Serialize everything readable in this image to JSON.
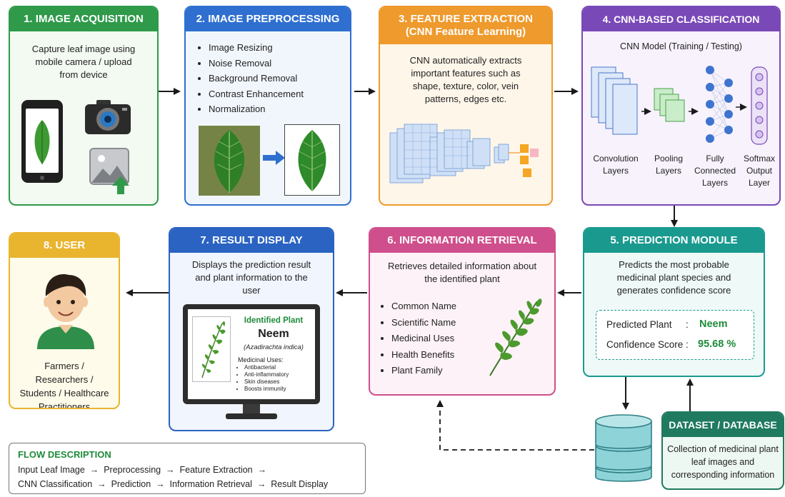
{
  "boxes": {
    "acq": {
      "title": "1. IMAGE ACQUISITION",
      "desc": "Capture leaf image using mobile camera / upload from device"
    },
    "pre": {
      "title": "2. IMAGE PREPROCESSING",
      "items": [
        "Image Resizing",
        "Noise Removal",
        "Background Removal",
        "Contrast Enhancement",
        "Normalization"
      ]
    },
    "feat": {
      "title_line1": "3. FEATURE EXTRACTION",
      "title_line2": "(CNN Feature Learning)",
      "desc": "CNN automatically extracts important features such as shape, texture, color, vein patterns, edges etc."
    },
    "cnn": {
      "title": "4. CNN-BASED CLASSIFICATION",
      "subtitle": "CNN Model (Training / Testing)",
      "layers": [
        {
          "line1": "Convolution",
          "line2": "Layers",
          "line3": ""
        },
        {
          "line1": "Pooling",
          "line2": "Layers",
          "line3": ""
        },
        {
          "line1": "Fully",
          "line2": "Connected",
          "line3": "Layers"
        },
        {
          "line1": "Softmax",
          "line2": "Output",
          "line3": "Layer"
        }
      ]
    },
    "pred": {
      "title": "5. PREDICTION MODULE",
      "desc": "Predicts the most probable medicinal plant species and generates confidence score",
      "plant_label": "Predicted Plant",
      "plant_colon": ":",
      "plant_value": "Neem",
      "score_label": "Confidence Score",
      "score_colon": ":",
      "score_value": "95.68 %"
    },
    "info": {
      "title": "6. INFORMATION RETRIEVAL",
      "desc": "Retrieves detailed information about the identified plant",
      "items": [
        "Common Name",
        "Scientific Name",
        "Medicinal Uses",
        "Health Benefits",
        "Plant Family"
      ]
    },
    "result": {
      "title": "7. RESULT DISPLAY",
      "desc": "Displays the prediction result and plant information to the user",
      "screen_heading": "Identified Plant",
      "screen_plant": "Neem",
      "screen_sci": "(Azadirachta indica)",
      "uses_label": "Medicinal Uses:",
      "uses": [
        "Antibacterial",
        "Anti-inflammatory",
        "Skin diseases",
        "Boosts immunity"
      ]
    },
    "user": {
      "title": "8. USER",
      "desc": "Farmers / Researchers / Students / Healthcare Practitioners"
    },
    "dataset": {
      "title": "DATASET / DATABASE",
      "desc": "Collection of medicinal plant leaf images and corresponding information"
    }
  },
  "flow": {
    "title": "FLOW DESCRIPTION",
    "line1": "Input Leaf Image  →  Preprocessing  →  Feature Extraction  →",
    "line2": "CNN Classification  →  Prediction  →  Information Retrieval  →  Result Display"
  },
  "colors": {
    "green": "#2e9a4a",
    "blue": "#2f6fd0",
    "orange": "#ee9a2c",
    "purple": "#7a49b8",
    "teal": "#1a9a8f",
    "pink": "#cf4f8c",
    "navy": "#2a63c2",
    "yellow": "#e9b42e",
    "dark_teal": "#1f7a5f",
    "neem_green": "#1e8b3a"
  }
}
